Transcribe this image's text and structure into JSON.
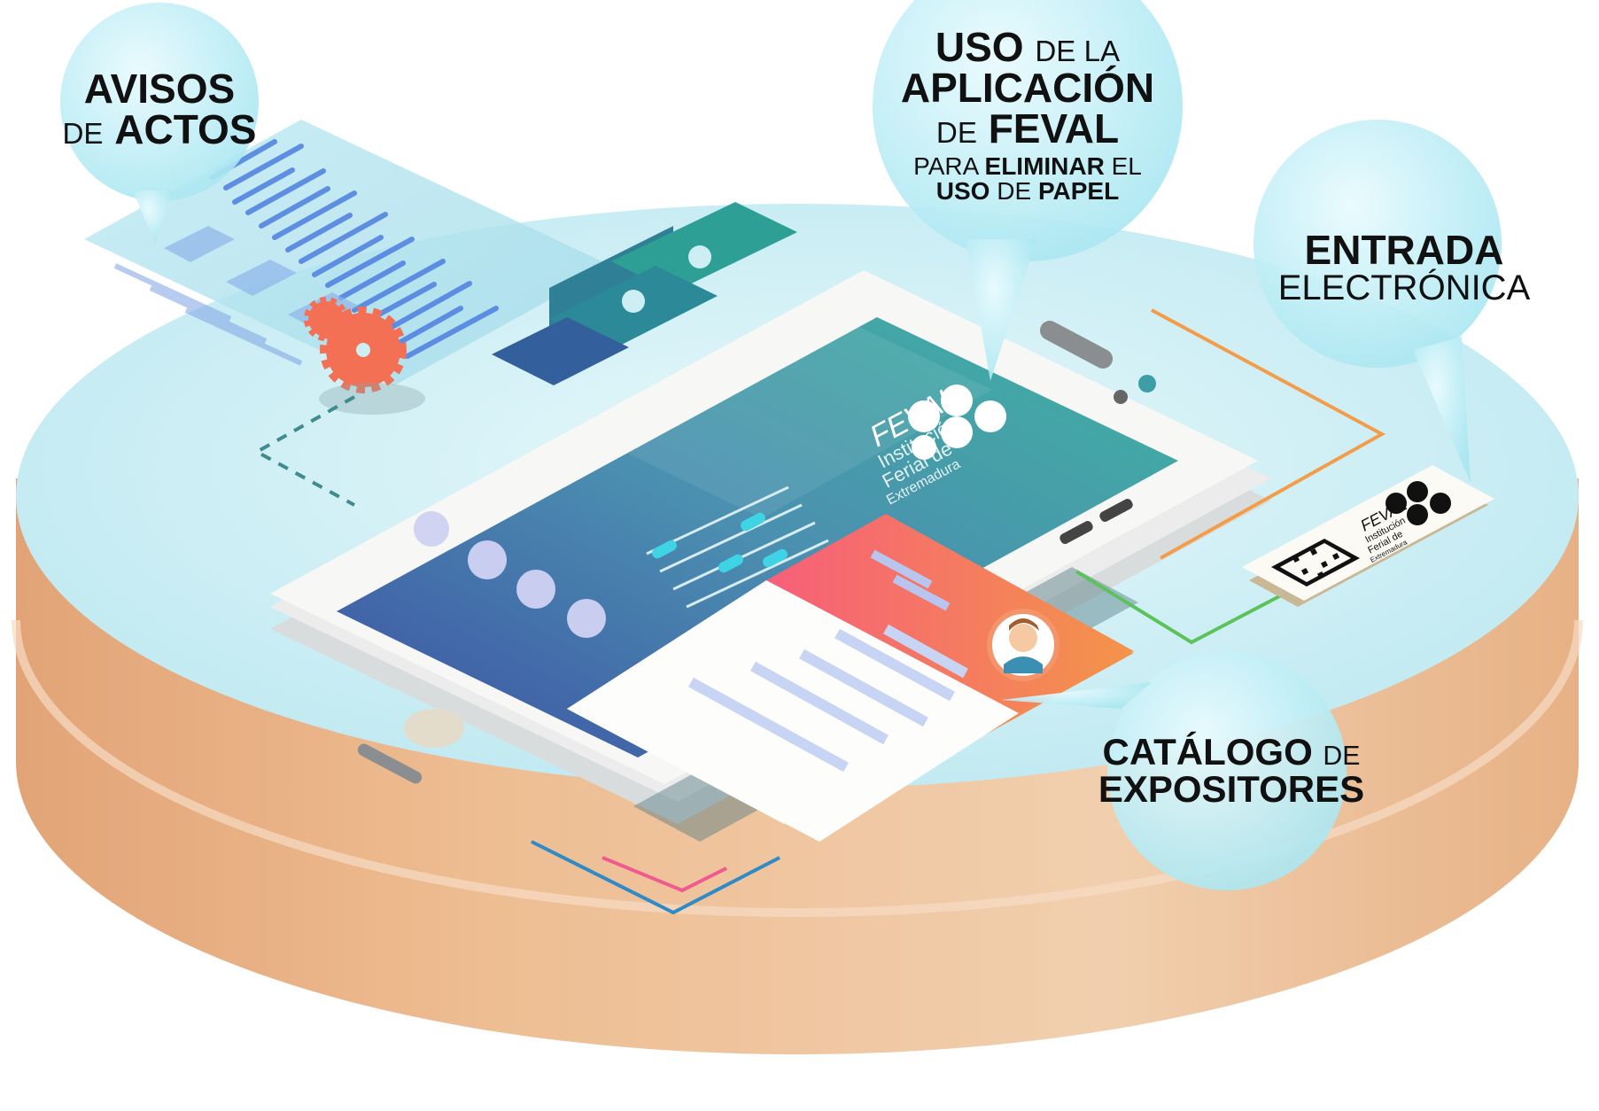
{
  "bubbles": {
    "avisos": {
      "line1": {
        "a": "AVISOS"
      },
      "line2": {
        "a": "DE",
        "b": "ACTOS"
      }
    },
    "uso": {
      "line1": {
        "a": "USO",
        "b": "DE LA"
      },
      "line2": {
        "a": "APLICACIÓN"
      },
      "line3": {
        "a": "DE",
        "b": "FEVAL"
      },
      "line4": {
        "a": "PARA",
        "b": "ELIMINAR",
        "c": "EL"
      },
      "line5": {
        "a": "USO",
        "b": "DE",
        "c": "PAPEL"
      }
    },
    "entrada": {
      "line1": {
        "a": "ENTRADA"
      },
      "line2": {
        "a": "ELECTRÓNICA"
      }
    },
    "catalogo": {
      "line1": {
        "a": "CATÁLOGO",
        "b": "DE"
      },
      "line2": {
        "a": "EXPOSITORES"
      }
    }
  },
  "phone_logo": {
    "name": "FEVAL",
    "sub1": "Institución",
    "sub2": "Ferial de",
    "sub3": "Extremadura"
  },
  "ticket_logo": {
    "name": "FEVAL",
    "sub1": "Institución",
    "sub2": "Ferial de",
    "sub3": "Extremadura"
  },
  "colors": {
    "platform_top": "#cdeff4",
    "platform_side": "#e8b78d",
    "phone_screen_top": "#3aa99a",
    "phone_screen_bottom": "#3d57a8",
    "card_header": "#f4726a",
    "bubble": "#bfeef6"
  }
}
